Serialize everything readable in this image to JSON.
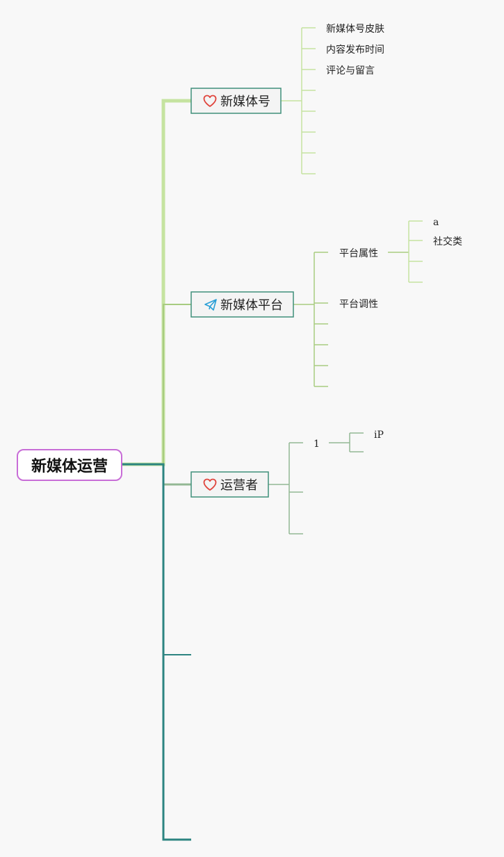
{
  "root": {
    "label": "新媒体运营"
  },
  "branches": [
    {
      "label": "新媒体号",
      "icon": "heart-icon",
      "children": [
        {
          "label": "新媒体号皮肤"
        },
        {
          "label": "内容发布时间"
        },
        {
          "label": "评论与留言"
        },
        {
          "label": ""
        },
        {
          "label": ""
        },
        {
          "label": ""
        },
        {
          "label": ""
        },
        {
          "label": ""
        }
      ]
    },
    {
      "label": "新媒体平台",
      "icon": "paper-plane-icon",
      "children": [
        {
          "label": "平台属性",
          "children": [
            {
              "label": "a"
            },
            {
              "label": "社交类"
            },
            {
              "label": ""
            },
            {
              "label": ""
            }
          ]
        },
        {
          "label": "平台调性"
        },
        {
          "label": ""
        },
        {
          "label": ""
        },
        {
          "label": ""
        },
        {
          "label": ""
        }
      ]
    },
    {
      "label": "运营者",
      "icon": "heart-icon",
      "children": [
        {
          "label": "1",
          "children": [
            {
              "label": "iP"
            },
            {
              "label": ""
            }
          ]
        },
        {
          "label": ""
        },
        {
          "label": ""
        }
      ]
    }
  ],
  "colors": {
    "background": "#f8f8f8",
    "root_border": "#c86dd7",
    "topic_border": "#3f8f7a",
    "branch_light_green": "#c5e3a0",
    "branch_green": "#a8cc80",
    "branch_sage": "#93b894",
    "branch_teal": "#2c8481",
    "heart": "#e0443c",
    "plane": "#2a9fd6"
  }
}
